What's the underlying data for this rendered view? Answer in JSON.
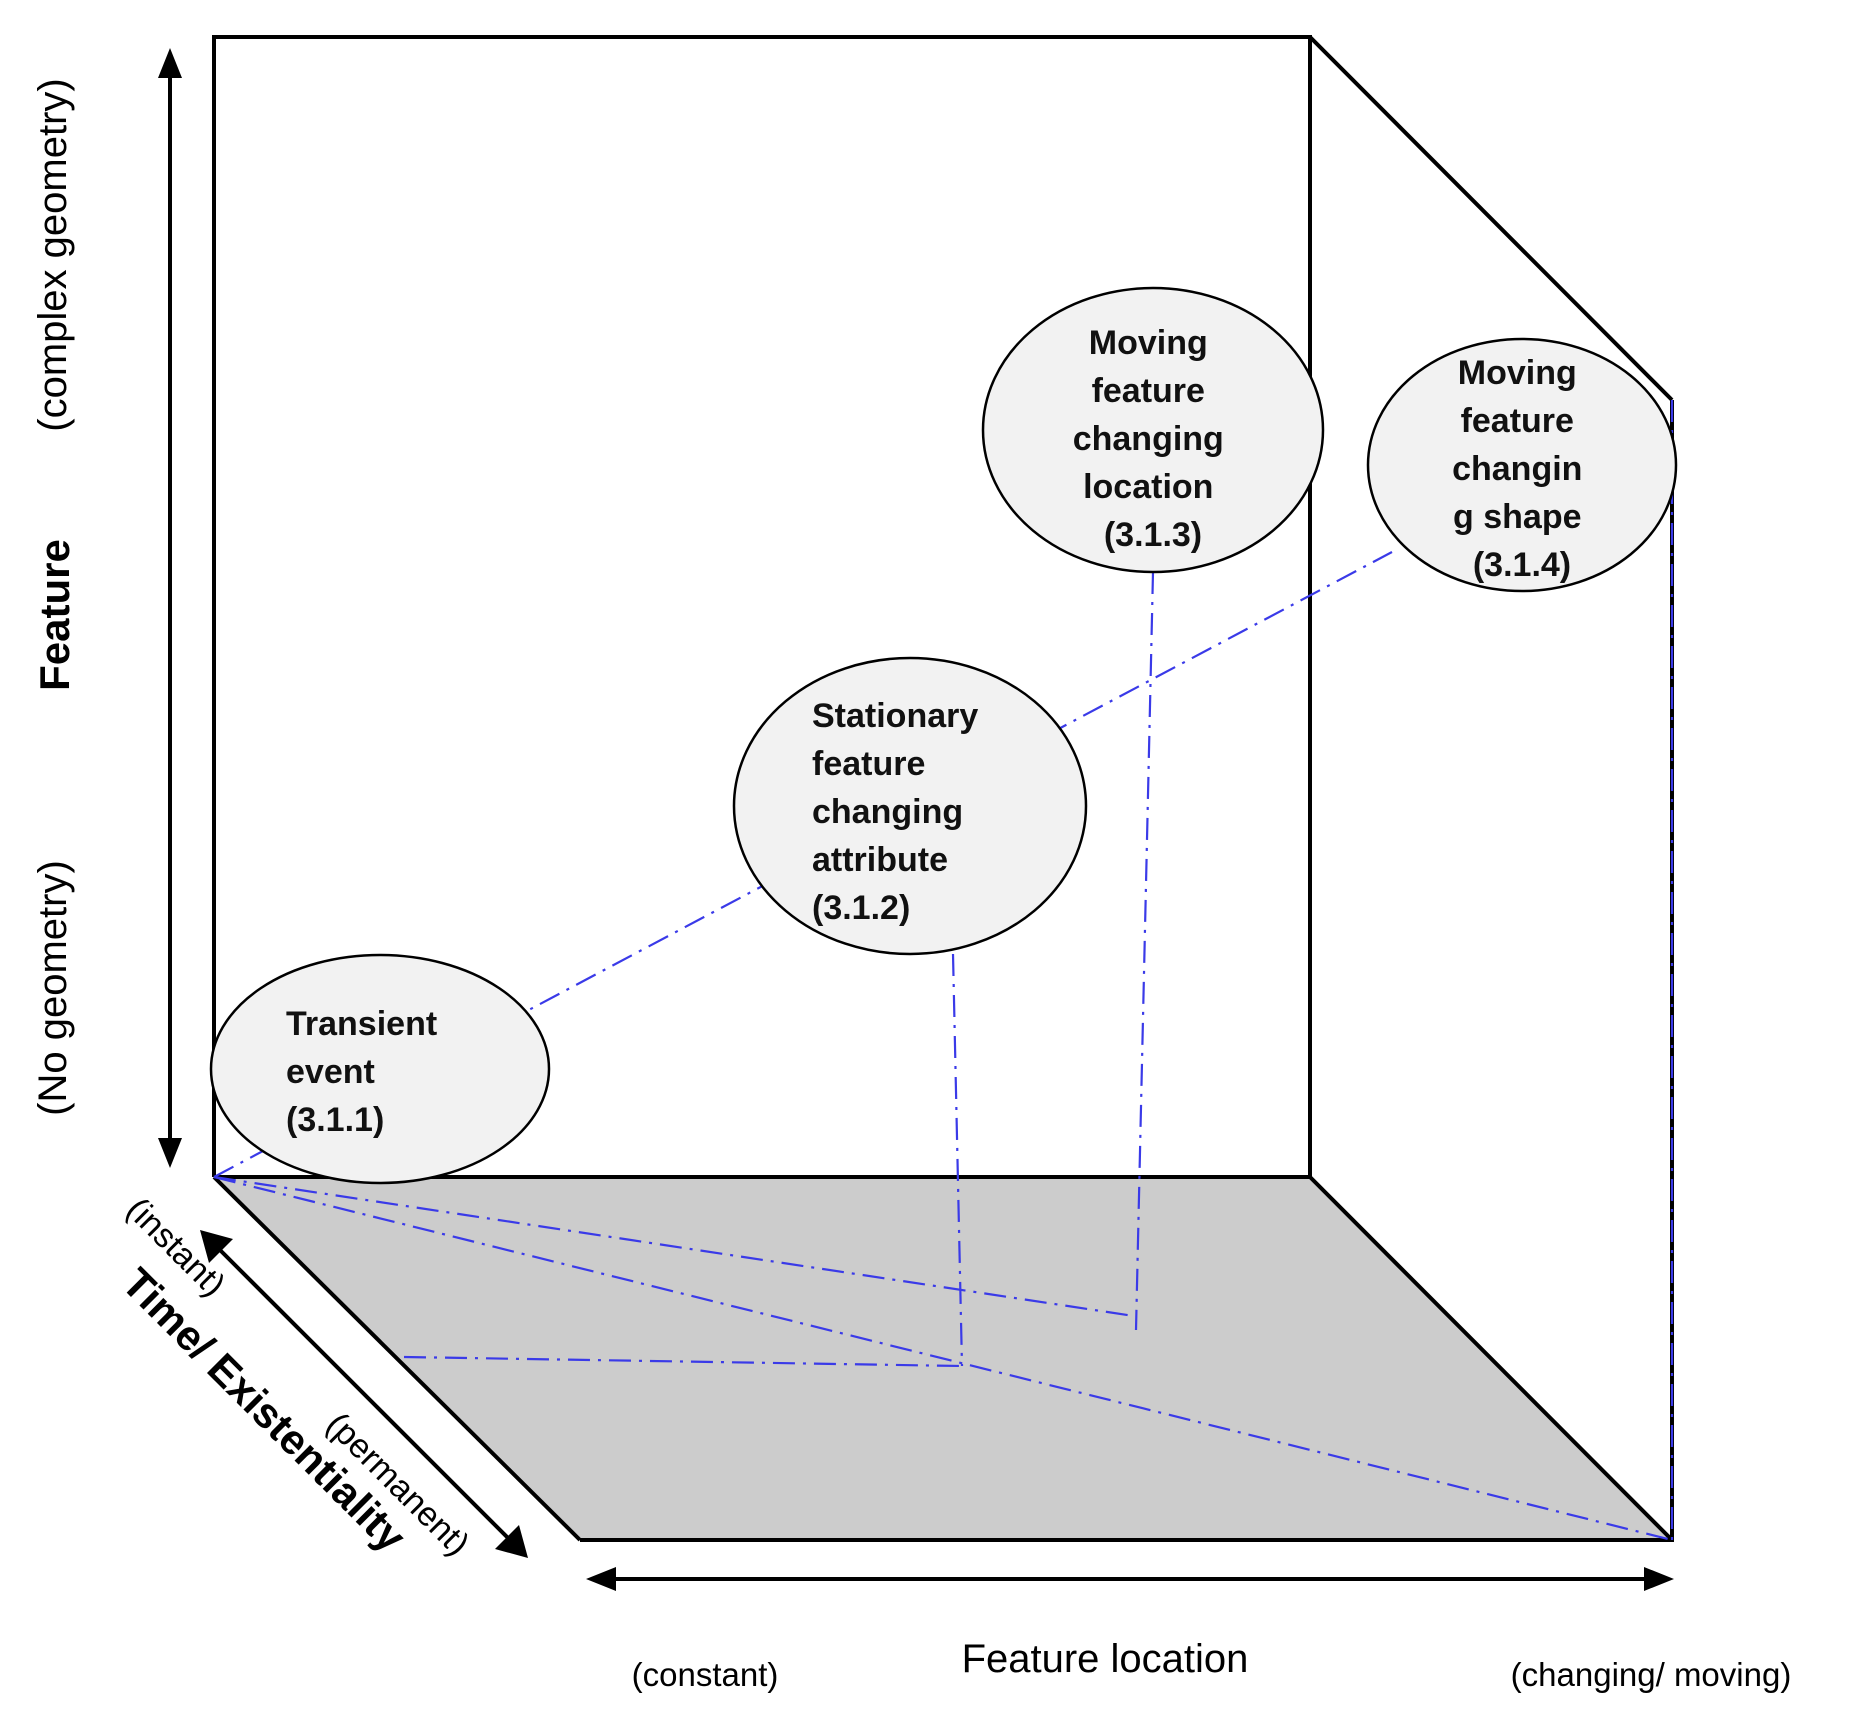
{
  "axes": {
    "vertical": {
      "label": "Feature",
      "top": "(complex geometry)",
      "bottom": "(No geometry)"
    },
    "diagonal": {
      "label": "Time/ Existentiality",
      "start": "(instant)",
      "end": "(permanent)"
    },
    "horizontal": {
      "label": "Feature location",
      "left": "(constant)",
      "right": "(changing/ moving)"
    }
  },
  "nodes": [
    {
      "lines": [
        "Transient",
        "event",
        "(3.1.1)"
      ]
    },
    {
      "lines": [
        "Stationary",
        "feature",
        "changing",
        "attribute",
        "(3.1.2)"
      ]
    },
    {
      "lines": [
        "Moving",
        "feature",
        "changing",
        "location",
        "(3.1.3)"
      ]
    },
    {
      "lines": [
        "Moving",
        "feature",
        "changin",
        "g shape",
        "(3.1.4)"
      ]
    }
  ],
  "colors": {
    "floor": "#cccccc",
    "edge": "#000000",
    "projection": "#3a3ae8",
    "node_fill": "#f2f2f2"
  }
}
